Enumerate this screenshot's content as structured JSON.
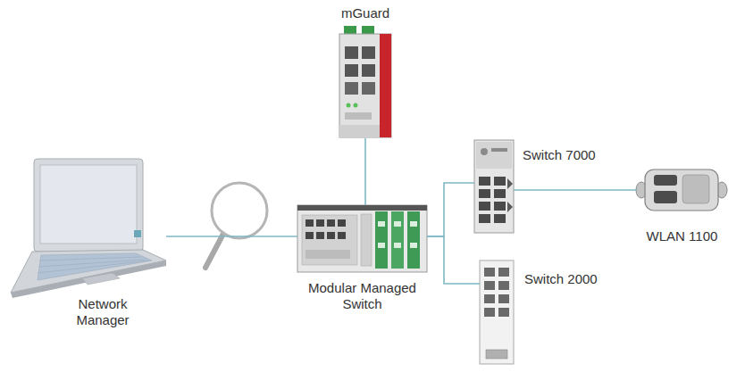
{
  "diagram": {
    "nodes": [
      {
        "text": [
          "Network Manager"
        ]
      },
      {
        "text": [
          "mGuard"
        ]
      },
      {
        "text": [
          "Modular Managed Switch"
        ]
      },
      {
        "text": [
          "Switch 7000"
        ]
      },
      {
        "text": [
          "Switch 2000"
        ]
      },
      {
        "text": [
          "WLAN 1100"
        ]
      }
    ],
    "edges": [
      {
        "from": 0,
        "to": 2,
        "arrow": "none"
      },
      {
        "from": 1,
        "to": 2,
        "arrow": "none"
      },
      {
        "from": 2,
        "to": 3,
        "arrow": "none"
      },
      {
        "from": 2,
        "to": 4,
        "arrow": "none"
      },
      {
        "from": 3,
        "to": 5,
        "arrow": "none"
      }
    ]
  }
}
